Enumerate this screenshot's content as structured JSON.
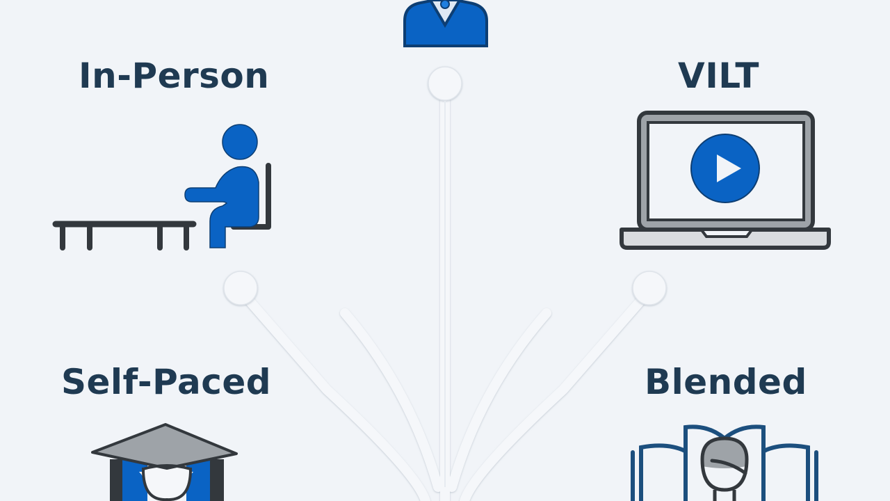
{
  "diagram": {
    "type": "branching-tree",
    "center_node": {
      "icon": "learner-bust-icon"
    },
    "branches": [
      {
        "label": "In-Person",
        "icon": "classroom-seated-learner-icon"
      },
      {
        "label": "VILT",
        "icon": "laptop-video-play-icon"
      },
      {
        "label": "Self-Paced",
        "icon": "graduation-cap-learner-icon"
      },
      {
        "label": "Blended",
        "icon": "open-book-learner-icon"
      }
    ]
  },
  "colors": {
    "background": "#f1f4f8",
    "label_text": "#1f3a52",
    "accent_blue": "#0a63c4",
    "outline_dark": "#33383d",
    "cap_gray": "#9ea3a8",
    "connector": "#f5f7fa"
  }
}
